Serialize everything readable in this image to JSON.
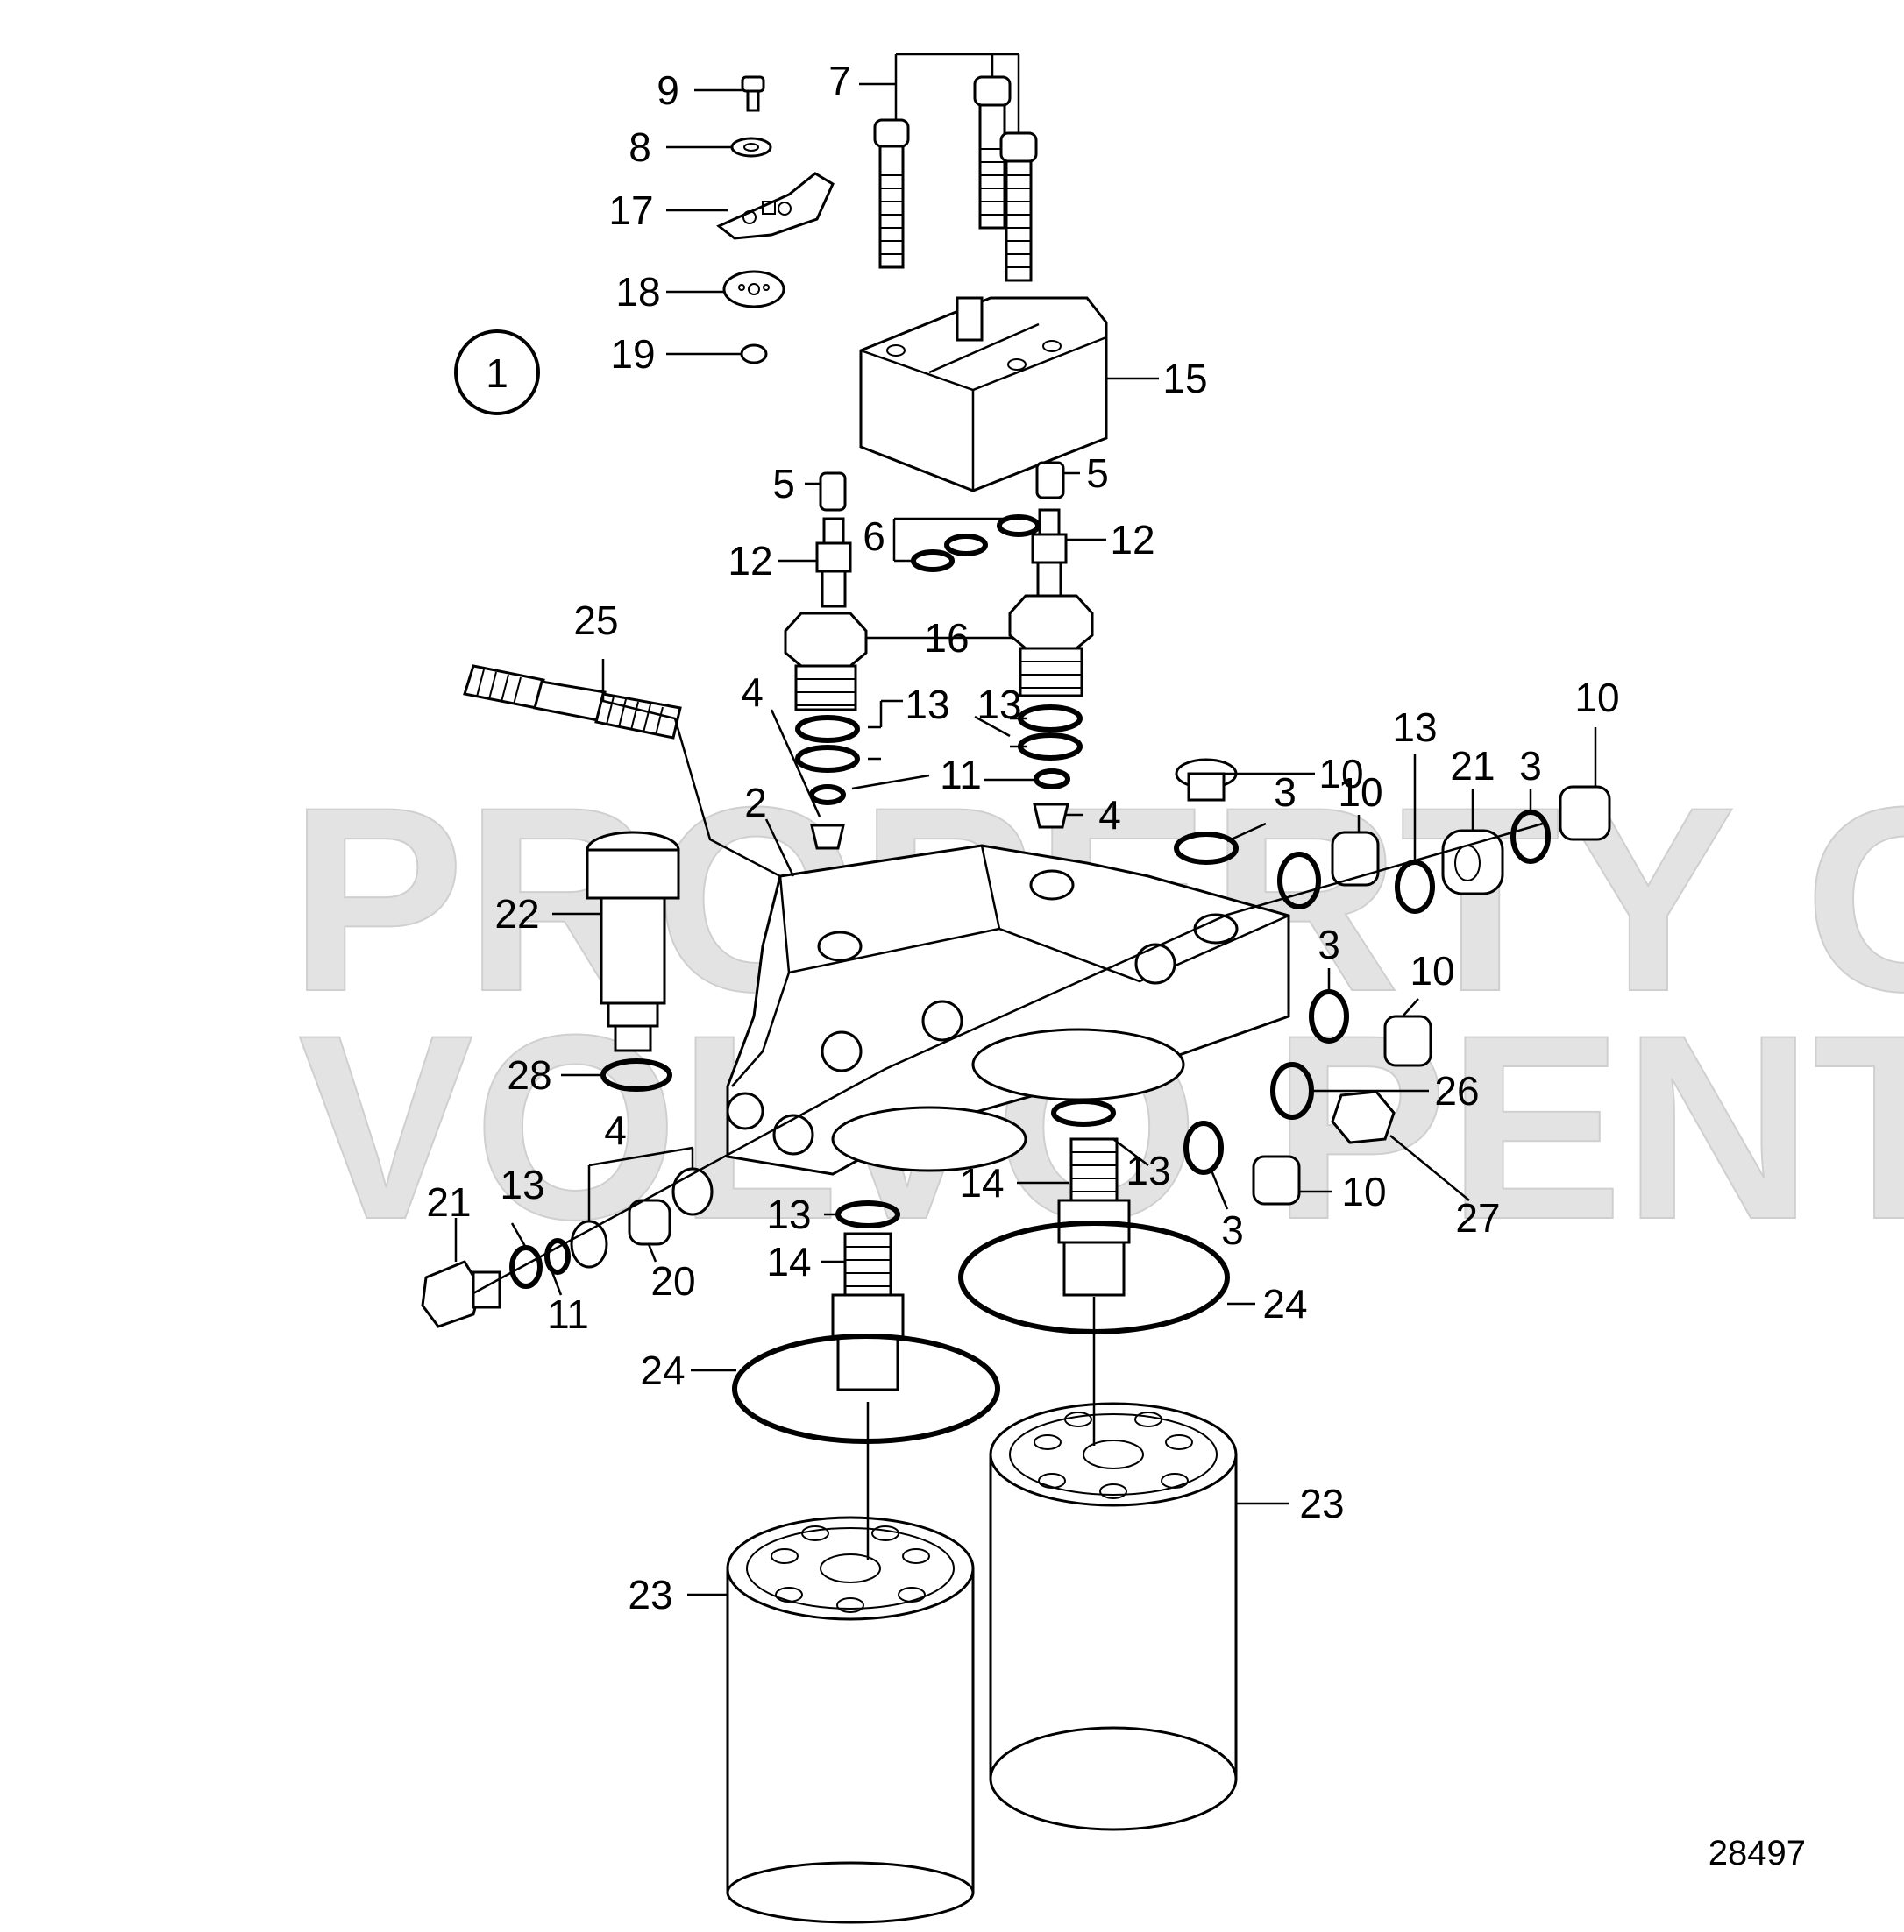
{
  "diagram": {
    "view_number": "1",
    "reference_number": "28497",
    "watermark": [
      "PROPERTY OF",
      "VOLVO PENTA"
    ],
    "callouts": [
      {
        "id": "c9",
        "label": "9"
      },
      {
        "id": "c8",
        "label": "8"
      },
      {
        "id": "c17",
        "label": "17"
      },
      {
        "id": "c18",
        "label": "18"
      },
      {
        "id": "c19",
        "label": "19"
      },
      {
        "id": "c7",
        "label": "7"
      },
      {
        "id": "c15",
        "label": "15"
      },
      {
        "id": "c5a",
        "label": "5"
      },
      {
        "id": "c5b",
        "label": "5"
      },
      {
        "id": "c6",
        "label": "6"
      },
      {
        "id": "c12a",
        "label": "12"
      },
      {
        "id": "c12b",
        "label": "12"
      },
      {
        "id": "c25",
        "label": "25"
      },
      {
        "id": "c16",
        "label": "16"
      },
      {
        "id": "c4a",
        "label": "4"
      },
      {
        "id": "c13a",
        "label": "13"
      },
      {
        "id": "c13b",
        "label": "13"
      },
      {
        "id": "c11a",
        "label": "11"
      },
      {
        "id": "c2",
        "label": "2"
      },
      {
        "id": "c4b",
        "label": "4"
      },
      {
        "id": "c10a",
        "label": "10"
      },
      {
        "id": "c3a",
        "label": "3"
      },
      {
        "id": "c10b",
        "label": "10"
      },
      {
        "id": "c13c",
        "label": "13"
      },
      {
        "id": "c21a",
        "label": "21"
      },
      {
        "id": "c3b",
        "label": "3"
      },
      {
        "id": "c10c",
        "label": "10"
      },
      {
        "id": "c22",
        "label": "22"
      },
      {
        "id": "c3c",
        "label": "3"
      },
      {
        "id": "c10d",
        "label": "10"
      },
      {
        "id": "c28",
        "label": "28"
      },
      {
        "id": "c26",
        "label": "26"
      },
      {
        "id": "c4c",
        "label": "4"
      },
      {
        "id": "c14a",
        "label": "14"
      },
      {
        "id": "c13d",
        "label": "13"
      },
      {
        "id": "c10e",
        "label": "10"
      },
      {
        "id": "c27",
        "label": "27"
      },
      {
        "id": "c3d",
        "label": "3"
      },
      {
        "id": "c21b",
        "label": "21"
      },
      {
        "id": "c13e",
        "label": "13"
      },
      {
        "id": "c13f",
        "label": "13"
      },
      {
        "id": "c14b",
        "label": "14"
      },
      {
        "id": "c20",
        "label": "20"
      },
      {
        "id": "c11b",
        "label": "11"
      },
      {
        "id": "c24a",
        "label": "24"
      },
      {
        "id": "c24b",
        "label": "24"
      },
      {
        "id": "c23a",
        "label": "23"
      },
      {
        "id": "c23b",
        "label": "23"
      }
    ]
  }
}
